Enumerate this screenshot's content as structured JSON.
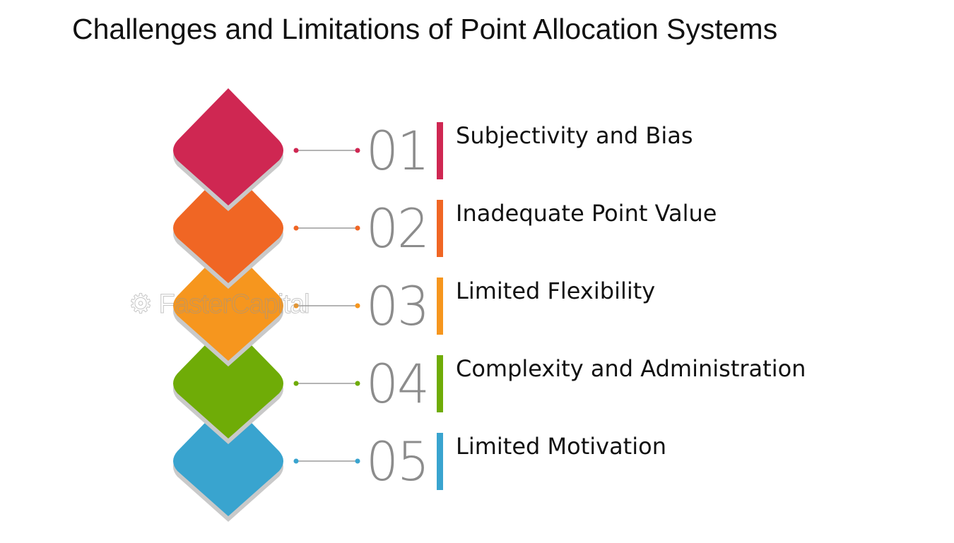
{
  "title": "Challenges and Limitations of Point Allocation Systems",
  "watermark": "FasterCapital",
  "items": [
    {
      "number": "01",
      "label": "Subjectivity and Bias",
      "color": "#cf2752"
    },
    {
      "number": "02",
      "label": "Inadequate Point Value",
      "color": "#f06624"
    },
    {
      "number": "03",
      "label": "Limited Flexibility",
      "color": "#f6961e"
    },
    {
      "number": "04",
      "label": "Complexity and Administration",
      "color": "#6fac07"
    },
    {
      "number": "05",
      "label": "Limited Motivation",
      "color": "#39a4cf"
    }
  ]
}
